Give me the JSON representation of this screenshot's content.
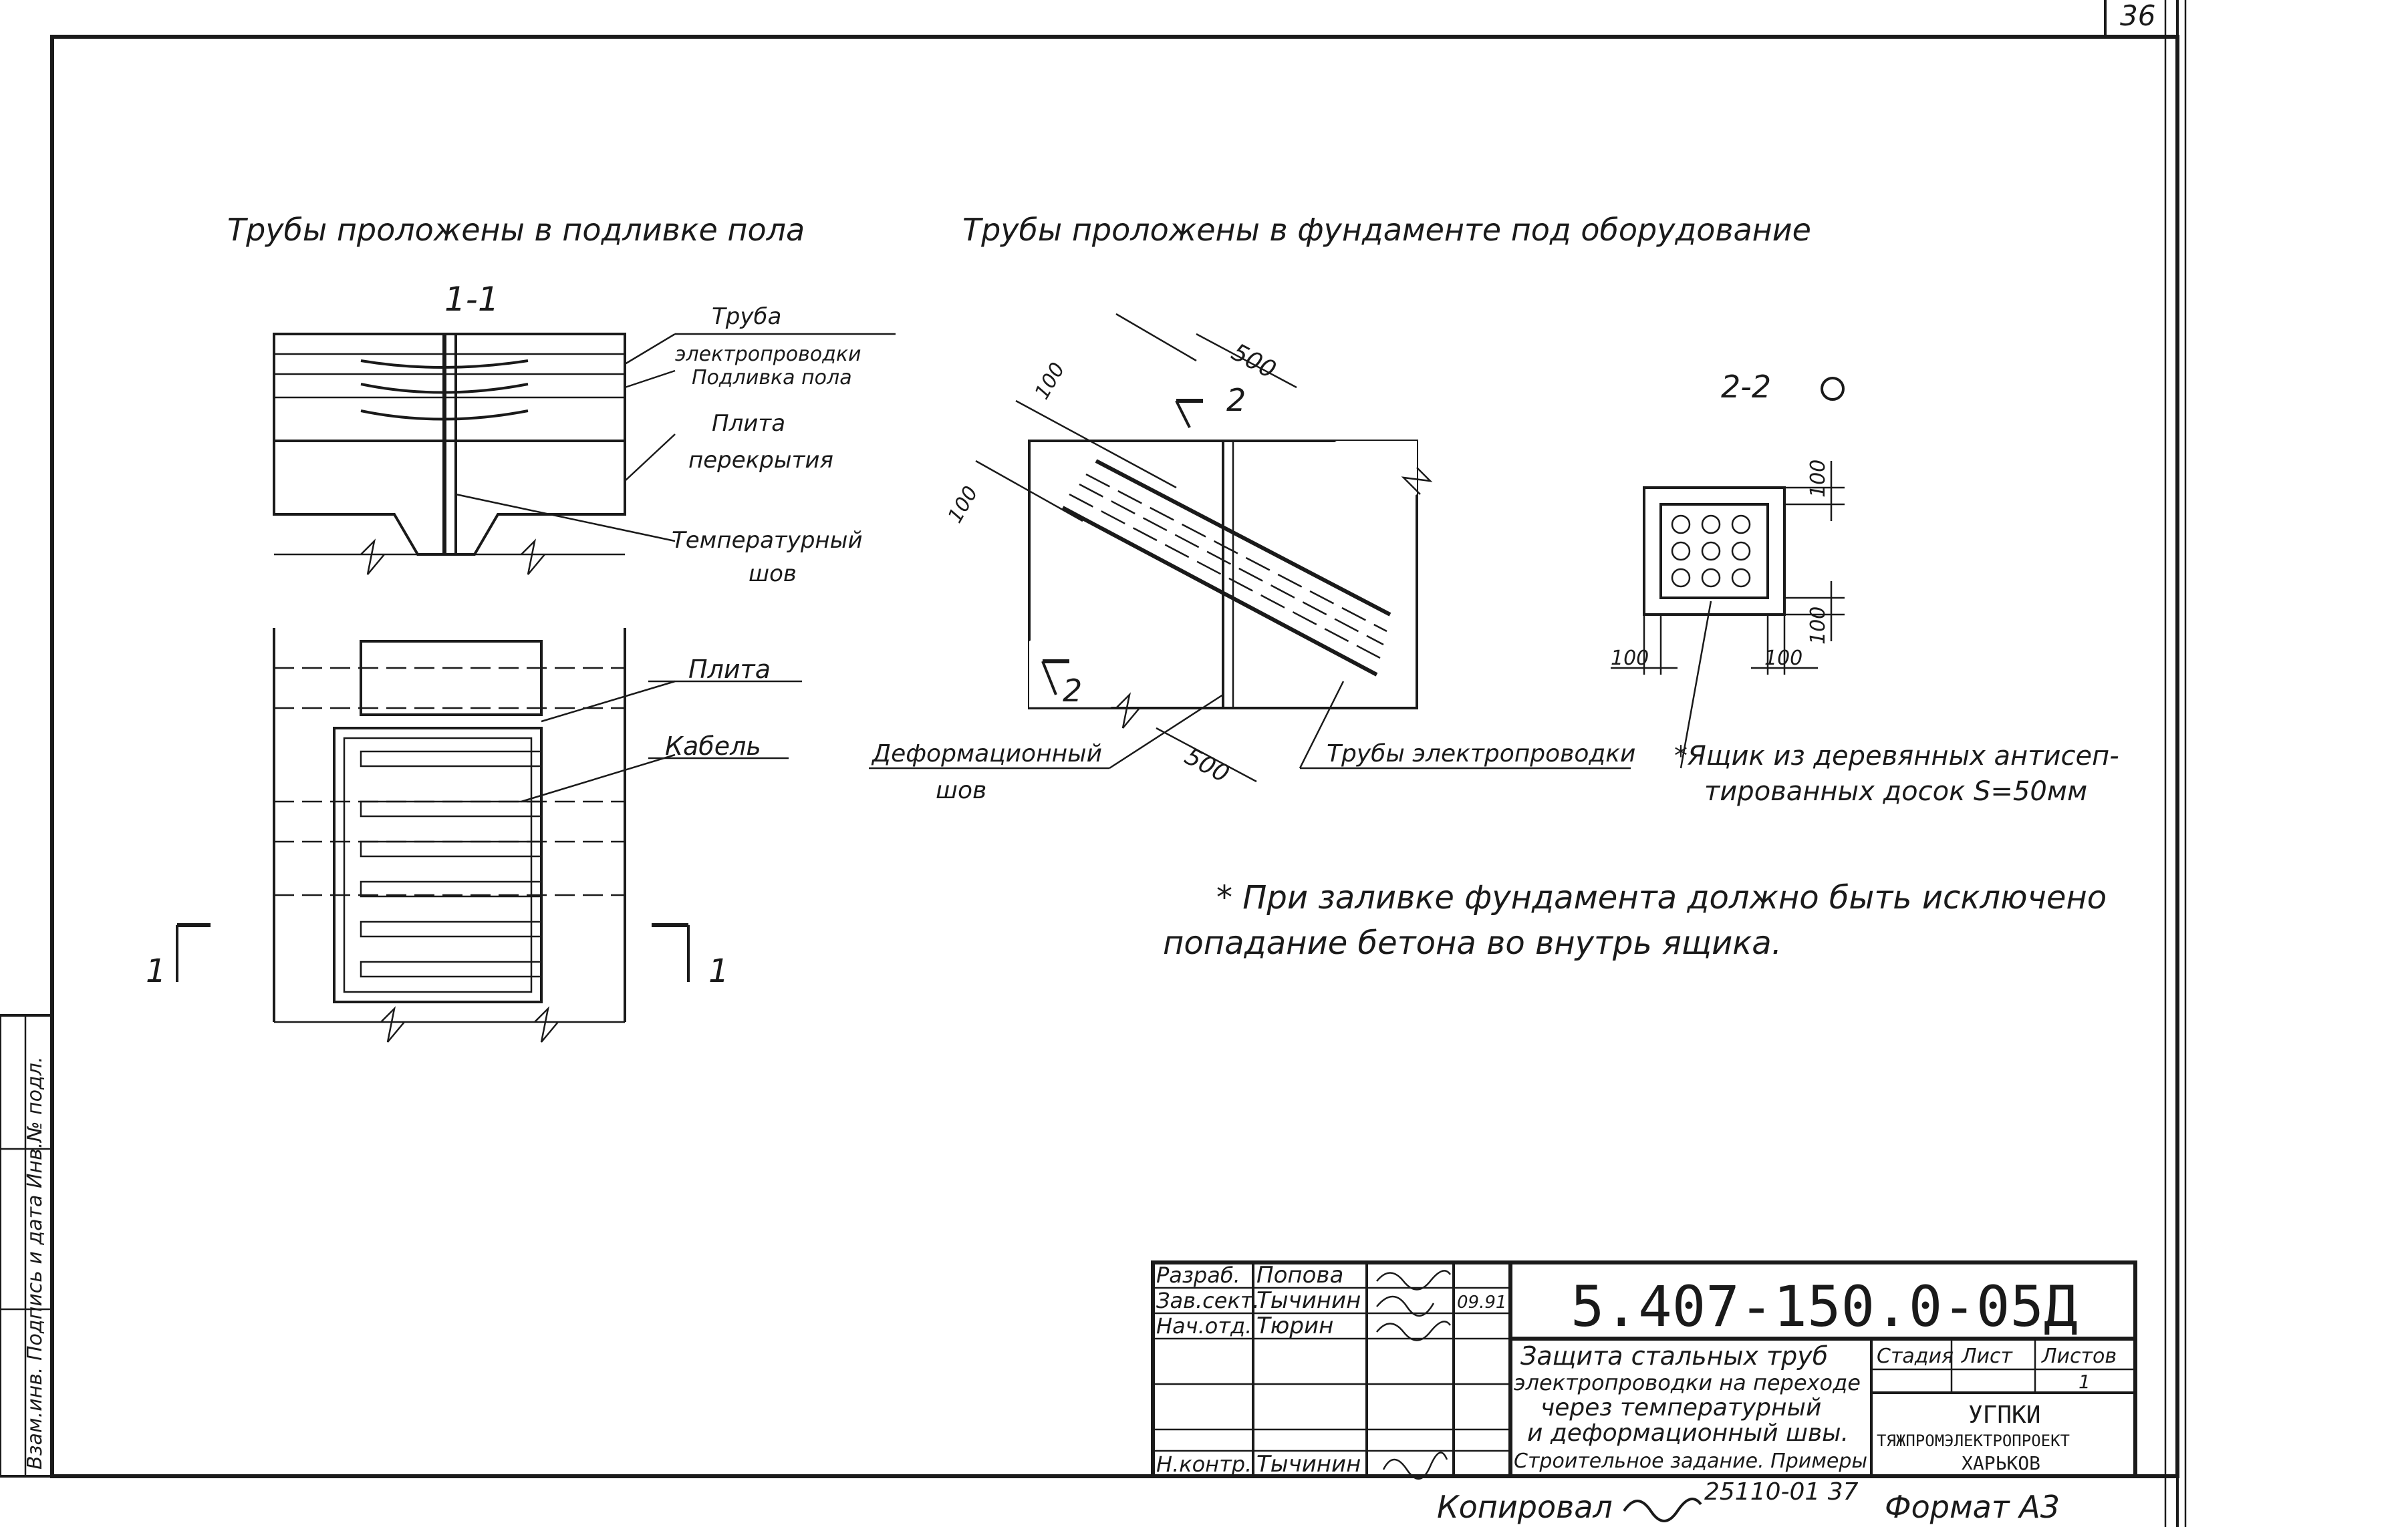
{
  "sheet_number": "36",
  "left_views": {
    "title": "Трубы проложены в подливке пола",
    "section_label": "1-1",
    "labels": {
      "pipe": "Труба",
      "wiring": "электропроводки",
      "floor_grout": "Подливка пола",
      "slab": "Плита",
      "slab2": "перекрытия",
      "temp_joint": "Температурный",
      "temp_joint2": "шов",
      "plan_slab": "Плита",
      "cable": "Кабель",
      "cut_left": "1",
      "cut_right": "1"
    }
  },
  "right_views": {
    "title": "Трубы проложены в фундаменте под оборудование",
    "dims": {
      "d500_top": "500",
      "d100_left": "100",
      "d100_left2": "100",
      "d500_bottom": "500"
    },
    "cut_top": "2",
    "cut_bottom": "2",
    "deform_joint": "Деформационный",
    "deform_joint2": "шов",
    "pipes_label": "Трубы электропроводки"
  },
  "section_2_2": {
    "label": "2-2",
    "dim_top": "100",
    "dim_bottom_r": "100",
    "dim_left": "100",
    "dim_right": "100",
    "box_label_1": "*Ящик из деревянных антисеп-",
    "box_label_2": "тированных досок S=50мм"
  },
  "note": {
    "line1": "* При заливке фундамента должно быть исключено",
    "line2": "попадание бетона во внутрь ящика."
  },
  "title_block": {
    "rows": [
      {
        "role": "Разраб.",
        "name": "Попова",
        "date": "09.91"
      },
      {
        "role": "Зав.сект.",
        "name": "Тычинин",
        "date": ""
      },
      {
        "role": "Нач.отд.",
        "name": "Тюрин",
        "date": ""
      },
      {
        "role": "",
        "name": "",
        "date": ""
      },
      {
        "role": "",
        "name": "",
        "date": ""
      },
      {
        "role": "Н.контр.",
        "name": "Тычинин",
        "date": ""
      }
    ],
    "doc_code": "5.407-150.0-05Д",
    "description": [
      "Защита стальных труб",
      "электропроводки на переходе",
      "через температурный",
      "и деформационный швы.",
      "Строительное задание. Примеры"
    ],
    "stage_header": "Стадия",
    "sheet_header": "Лист",
    "sheets_header": "Листов",
    "sheets_value": "1",
    "org_1": "УГПКИ",
    "org_2": "ТЯЖПРОМЭЛЕКТРОПРОЕКТ",
    "org_3": "ХАРЬКОВ"
  },
  "footer": {
    "copied": "Копировал",
    "order": "25110-01 37",
    "format": "Формат А3"
  },
  "side_stamp": "Взам.инв. Подпись и дата Инв.№ подл."
}
